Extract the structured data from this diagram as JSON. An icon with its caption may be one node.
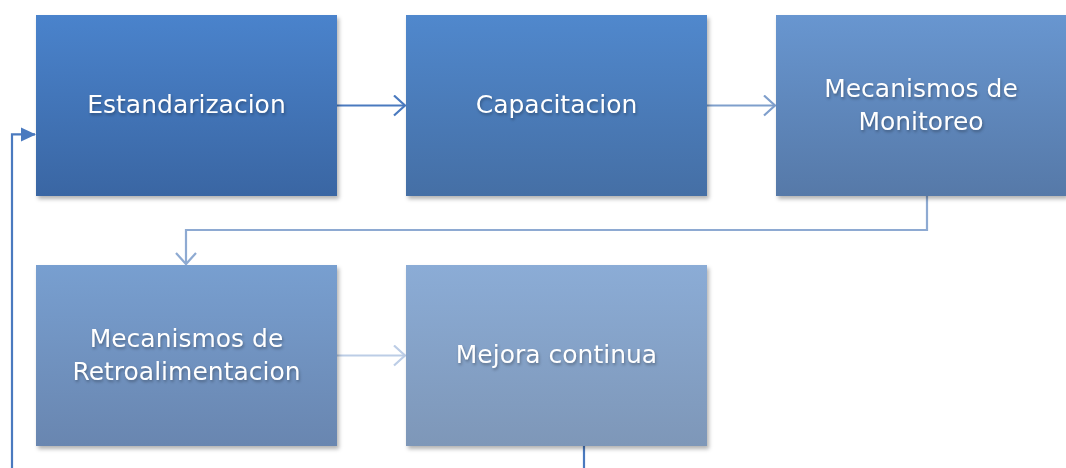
{
  "diagram": {
    "nodes": [
      {
        "text": [
          "Estandarizacion"
        ]
      },
      {
        "text": [
          "Capacitacion"
        ]
      },
      {
        "text": [
          "Mecanismos de Monitoreo"
        ]
      },
      {
        "text": [
          "Mecanismos de Retroalimentacion"
        ]
      },
      {
        "text": [
          "Mejora continua"
        ]
      }
    ],
    "edges": [
      {
        "from": 0,
        "to": 1,
        "arrow": "to",
        "color": "#4a7abf"
      },
      {
        "from": 1,
        "to": 2,
        "arrow": "to",
        "color": "#7f9fcc"
      },
      {
        "from": 2,
        "to": 3,
        "arrow": "to",
        "color": "#8eaad2"
      },
      {
        "from": 3,
        "to": 4,
        "arrow": "to",
        "color": "#bccde6"
      },
      {
        "from": 4,
        "to": 0,
        "arrow": "to",
        "color": "#4a7abf"
      }
    ]
  }
}
